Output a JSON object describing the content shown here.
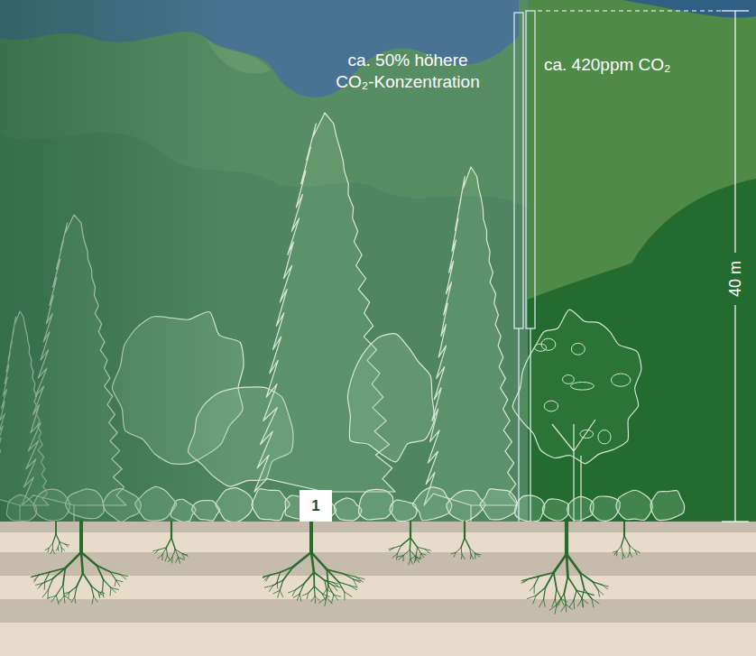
{
  "diagram": {
    "labels": [
      "ca. 50% höhere CO₂-Konzentration",
      "ca. 420ppm CO₂",
      "40 m",
      "1"
    ]
  }
}
